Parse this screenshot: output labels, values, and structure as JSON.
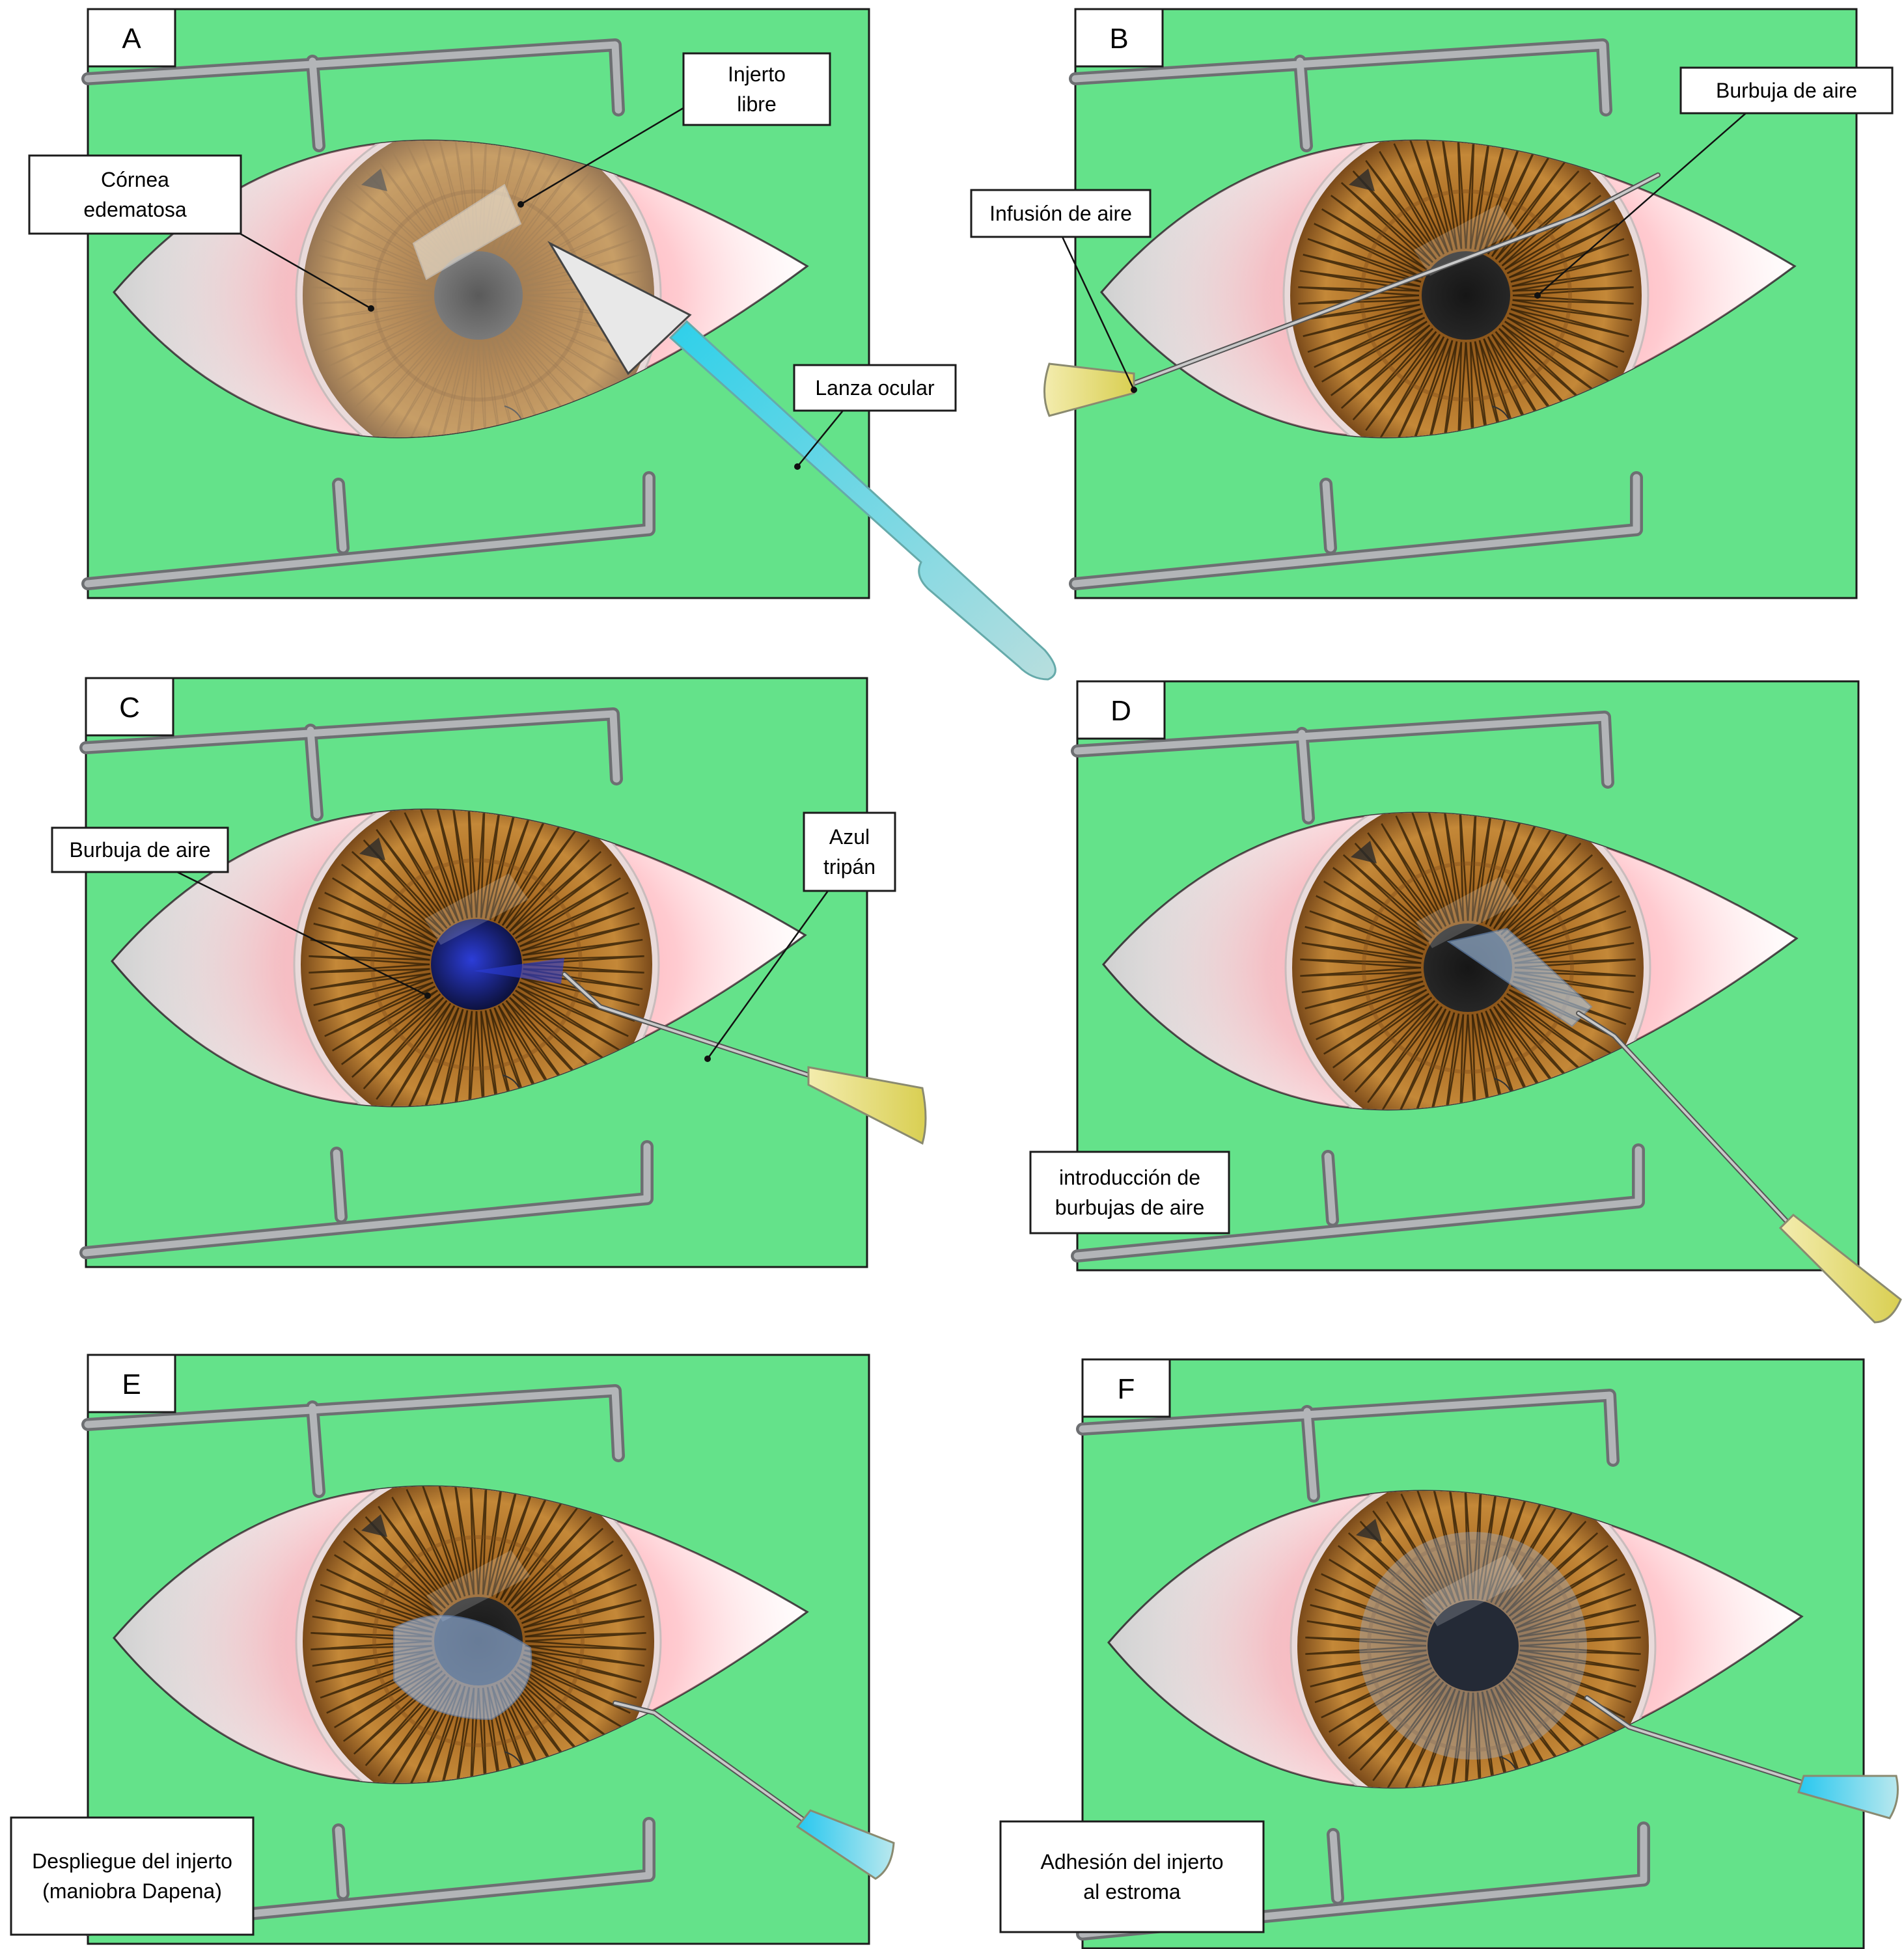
{
  "colors": {
    "background_field": "#64e28a",
    "sclera": "#ffffff",
    "speculum": "#9ea0a2",
    "iris": "#b0782c",
    "iris_dark": "#6b3f12",
    "pupil": "#202020",
    "trypan_blue": "#2c3dd8",
    "cannula_yellow": "#e9e07a",
    "cannula_cyan": "#39c6e8",
    "lance": "#5fd0e8"
  },
  "panels": [
    {
      "letter": "A",
      "labels": [
        {
          "lines": [
            "Injerto",
            "libre"
          ]
        },
        {
          "lines": [
            "Córnea",
            "edematosa"
          ]
        },
        {
          "lines": [
            "Lanza ocular"
          ]
        }
      ]
    },
    {
      "letter": "B",
      "labels": [
        {
          "lines": [
            "Burbuja de aire"
          ]
        },
        {
          "lines": [
            "Infusión de aire"
          ]
        }
      ]
    },
    {
      "letter": "C",
      "labels": [
        {
          "lines": [
            "Burbuja de aire"
          ]
        },
        {
          "lines": [
            "Azul",
            "tripán"
          ]
        }
      ]
    },
    {
      "letter": "D",
      "labels": [
        {
          "lines": [
            "introducción de",
            "burbujas de aire"
          ]
        }
      ]
    },
    {
      "letter": "E",
      "labels": [
        {
          "lines": [
            "Despliegue del injerto",
            "(maniobra Dapena)"
          ]
        }
      ]
    },
    {
      "letter": "F",
      "labels": [
        {
          "lines": [
            "Adhesión del injerto",
            "al estroma"
          ]
        }
      ]
    }
  ]
}
